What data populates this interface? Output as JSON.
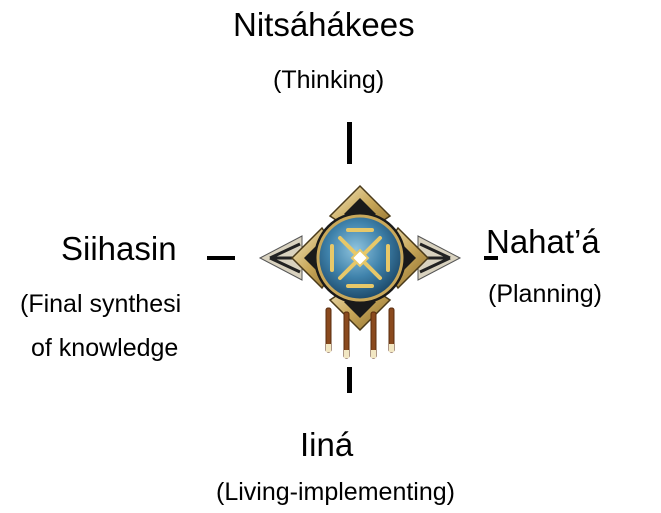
{
  "directions": {
    "north": {
      "name": "Nitsáhákees",
      "meaning": "(Thinking)"
    },
    "east": {
      "name": "Nahat’á",
      "meaning": "(Planning)"
    },
    "south": {
      "name": "Iiná",
      "meaning": "(Living-implementing)"
    },
    "west": {
      "name": "Siihasin",
      "meaning_line1": "(Final synthesi",
      "meaning_line2": "of knowledge"
    }
  },
  "colors": {
    "gold": "#b8903a",
    "shield_blue": "#2f6e95",
    "dark": "#1a1a1a",
    "feather_brown": "#8a4a1e"
  },
  "emblem_icon": "four-directions-star-shield-icon"
}
